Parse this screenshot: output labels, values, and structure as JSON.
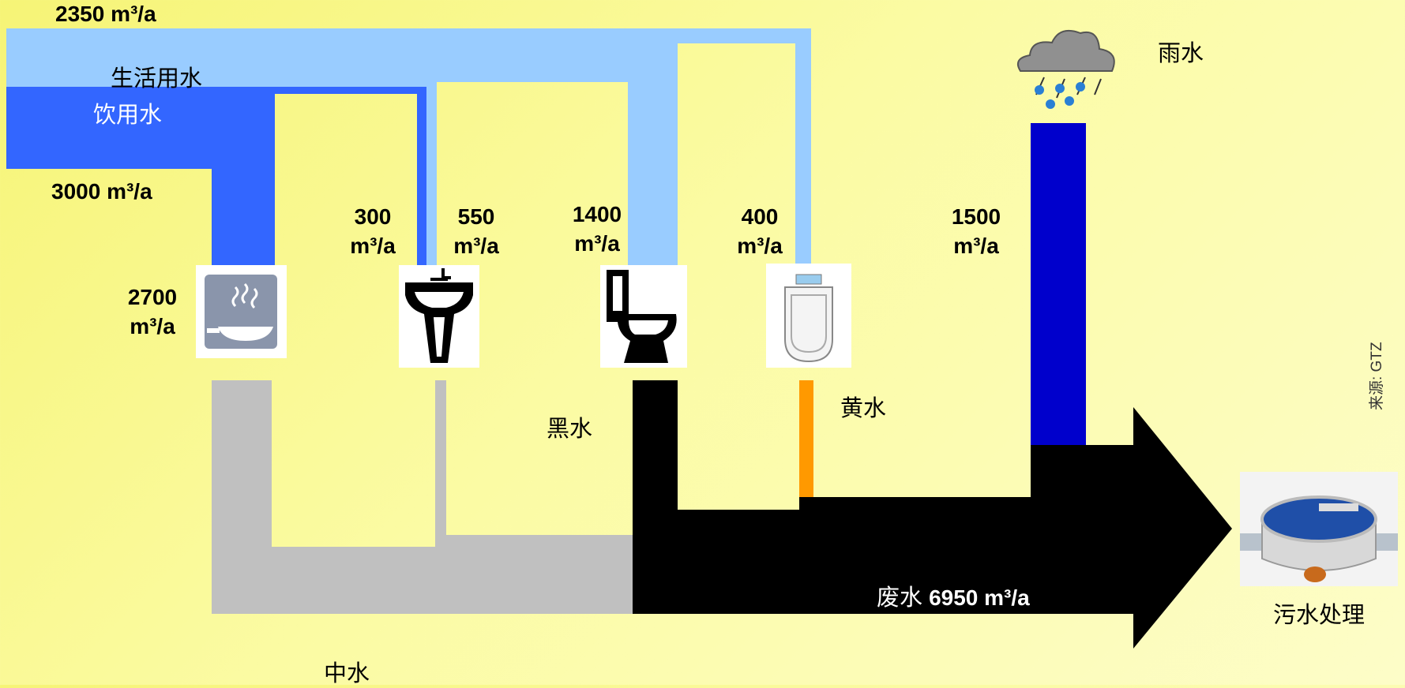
{
  "labels": {
    "household_flow": "2350 m³/a",
    "household_water": "生活用水",
    "drinking_water": "饮用水",
    "drinking_flow": "3000 m³/a",
    "kitchen_flow": "2700\nm³/a",
    "sink_flow": "300\nm³/a",
    "basin_flow": "550\nm³/a",
    "toilet_flow": "1400\nm³/a",
    "urinal_flow": "400\nm³/a",
    "rain_flow": "1500\nm³/a",
    "rain_water": "雨水",
    "black_water": "黑水",
    "yellow_water": "黄水",
    "grey_water": "中水",
    "wastewater_prefix": "废水 ",
    "wastewater_flow": "6950 m³/a",
    "treatment": "污水处理",
    "source": "来源: GTZ"
  },
  "colors": {
    "household_water": "#99ccff",
    "drinking_water": "#3366ff",
    "rain_water": "#0000cc",
    "grey_water": "#c0c0c0",
    "black_water": "#000000",
    "yellow_water": "#ff9900"
  },
  "icons": [
    "kitchen-icon",
    "sink-icon",
    "toilet-icon",
    "urinal-icon",
    "rain-cloud-icon",
    "treatment-plant-icon"
  ]
}
